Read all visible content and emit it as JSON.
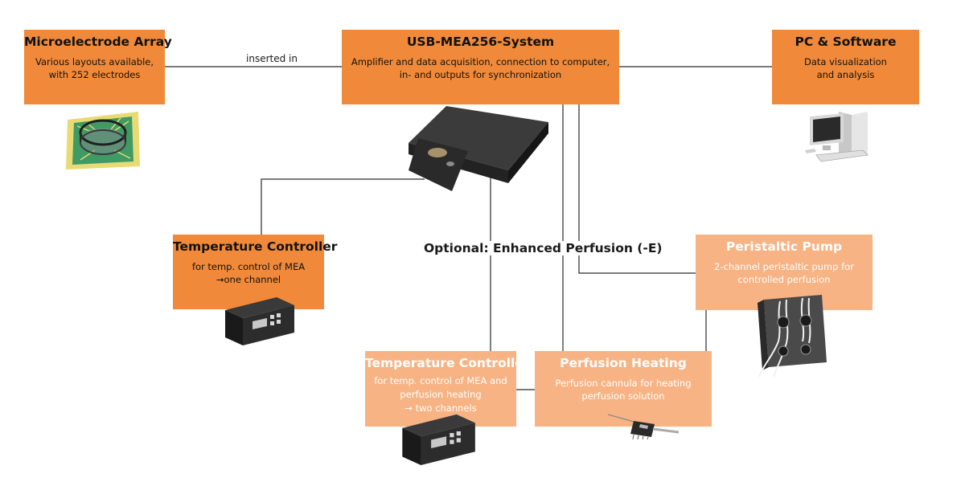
{
  "colors": {
    "accent": "#f08a3a",
    "accent_light": "#f7b383",
    "line": "#2a2a2a"
  },
  "edge_labels": {
    "inserted_in": "inserted in"
  },
  "optional_label": "Optional: Enhanced Perfusion (-E)",
  "nodes": {
    "mea": {
      "title": "Microelectrode Array",
      "desc": "Various layouts available,\nwith 252 electrodes",
      "icon": "microelectrode-array-chip-icon"
    },
    "usb": {
      "title": "USB-MEA256-System",
      "desc": "Amplifier and data acquisition, connection to computer,\nin- and outputs for synchronization",
      "icon": "usb-mea-amplifier-device-icon"
    },
    "pc": {
      "title": "PC & Software",
      "desc": "Data visualization\nand analysis",
      "icon": "desktop-computer-icon"
    },
    "temp1": {
      "title": "Temperature Controller",
      "desc": "for temp. control of MEA\n→one channel",
      "icon": "temperature-controller-device-icon"
    },
    "pump": {
      "title": "Peristaltic Pump",
      "desc": "2-channel peristaltic pump for\ncontrolled perfusion",
      "icon": "peristaltic-pump-icon"
    },
    "temp2": {
      "title": "Temperature Controller",
      "desc": "for temp. control of MEA and\nperfusion heating\n→ two channels",
      "icon": "temperature-controller-device-icon"
    },
    "heating": {
      "title": "Perfusion Heating",
      "desc": "Perfusion cannula for heating\nperfusion solution",
      "icon": "perfusion-cannula-icon"
    }
  }
}
